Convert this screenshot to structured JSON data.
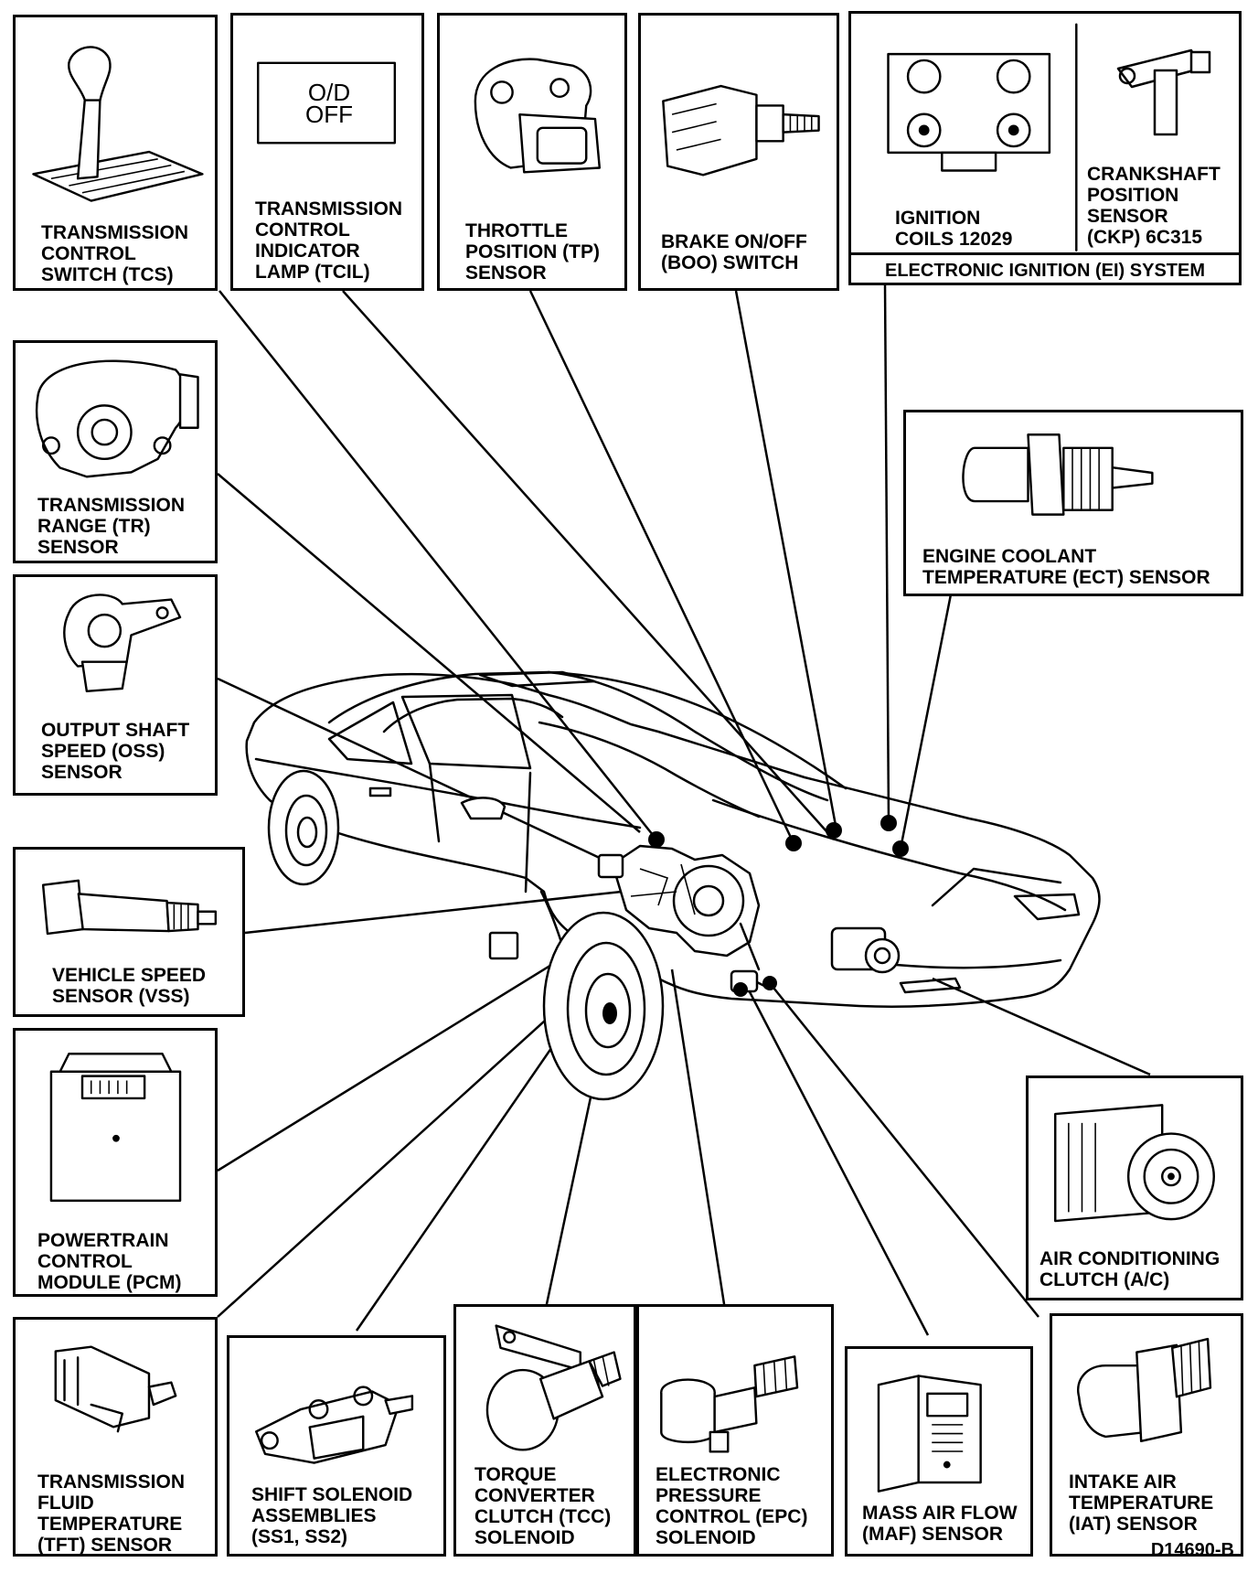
{
  "figure_id": "D14690-B",
  "components": {
    "tcs": {
      "label": "TRANSMISSION\nCONTROL\nSWITCH (TCS)"
    },
    "tcil": {
      "label": "TRANSMISSION\nCONTROL\nINDICATOR\nLAMP (TCIL)",
      "lamp_text_line1": "O/D",
      "lamp_text_line2": "OFF"
    },
    "tp": {
      "label": "THROTTLE\nPOSITION (TP)\nSENSOR"
    },
    "boo": {
      "label": "BRAKE ON/OFF\n(BOO) SWITCH"
    },
    "ign": {
      "label": "IGNITION\nCOILS 12029"
    },
    "ckp": {
      "label": "CRANKSHAFT\nPOSITION\nSENSOR\n(CKP) 6C315"
    },
    "ei": {
      "label": "ELECTRONIC IGNITION (EI) SYSTEM"
    },
    "tr": {
      "label": "TRANSMISSION\nRANGE (TR)\nSENSOR"
    },
    "ect": {
      "label": "ENGINE COOLANT\nTEMPERATURE (ECT) SENSOR"
    },
    "oss": {
      "label": "OUTPUT SHAFT\nSPEED (OSS)\nSENSOR"
    },
    "vss": {
      "label": "VEHICLE SPEED\nSENSOR (VSS)"
    },
    "pcm": {
      "label": "POWERTRAIN\nCONTROL\nMODULE (PCM)"
    },
    "ac": {
      "label": "AIR CONDITIONING\nCLUTCH (A/C)"
    },
    "tft": {
      "label": "TRANSMISSION\nFLUID\nTEMPERATURE\n(TFT) SENSOR"
    },
    "ss": {
      "label": "SHIFT SOLENOID\nASSEMBLIES\n(SS1, SS2)"
    },
    "tcc": {
      "label": "TORQUE\nCONVERTER\nCLUTCH (TCC)\nSOLENOID"
    },
    "epc": {
      "label": "ELECTRONIC\nPRESSURE\nCONTROL (EPC)\nSOLENOID"
    },
    "maf": {
      "label": "MASS AIR FLOW\n(MAF) SENSOR"
    },
    "iat": {
      "label": "INTAKE AIR\nTEMPERATURE\n(IAT) SENSOR"
    }
  }
}
